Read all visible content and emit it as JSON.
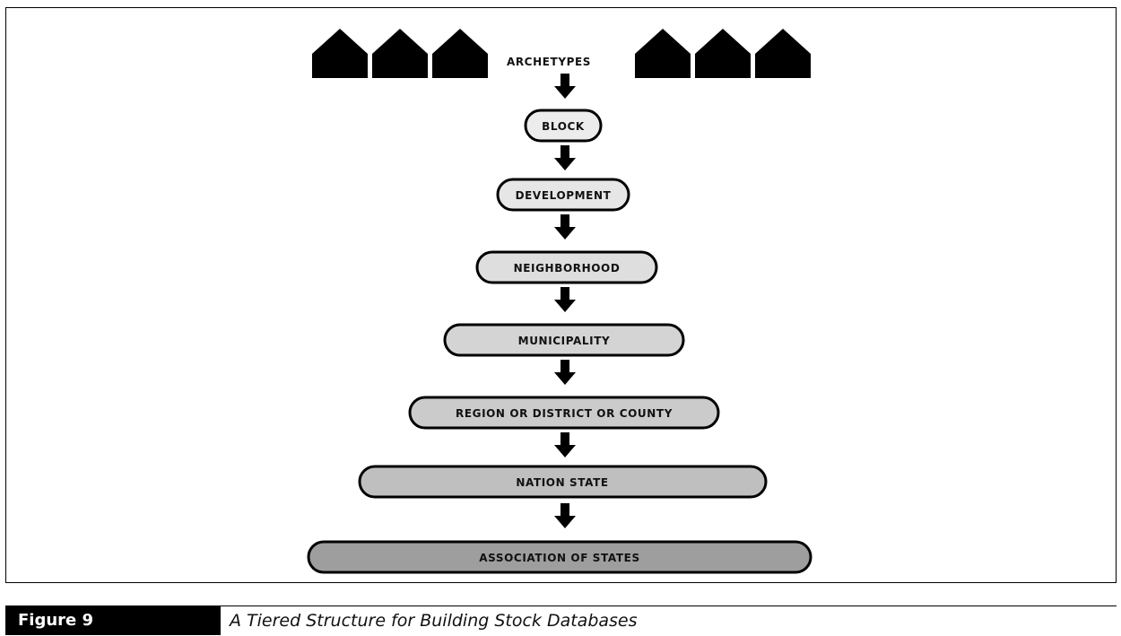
{
  "diagram": {
    "top_label": "ARCHETYPES",
    "icons": [
      "house-icon",
      "house-icon",
      "house-icon",
      "house-icon",
      "house-icon",
      "house-icon"
    ],
    "tiers": [
      {
        "label": "BLOCK",
        "fill": "#ececec"
      },
      {
        "label": "DEVELOPMENT",
        "fill": "#e6e6e6"
      },
      {
        "label": "NEIGHBORHOOD",
        "fill": "#dedede"
      },
      {
        "label": "MUNICIPALITY",
        "fill": "#d4d4d4"
      },
      {
        "label": "REGION OR DISTRICT OR COUNTY",
        "fill": "#cbcbcb"
      },
      {
        "label": "NATION STATE",
        "fill": "#bfbfbf"
      },
      {
        "label": "ASSOCIATION OF STATES",
        "fill": "#9e9e9e"
      }
    ],
    "arrow_color": "#000000"
  },
  "caption": {
    "figure_label": "Figure 9",
    "title": "A Tiered Structure for Building Stock Databases"
  }
}
